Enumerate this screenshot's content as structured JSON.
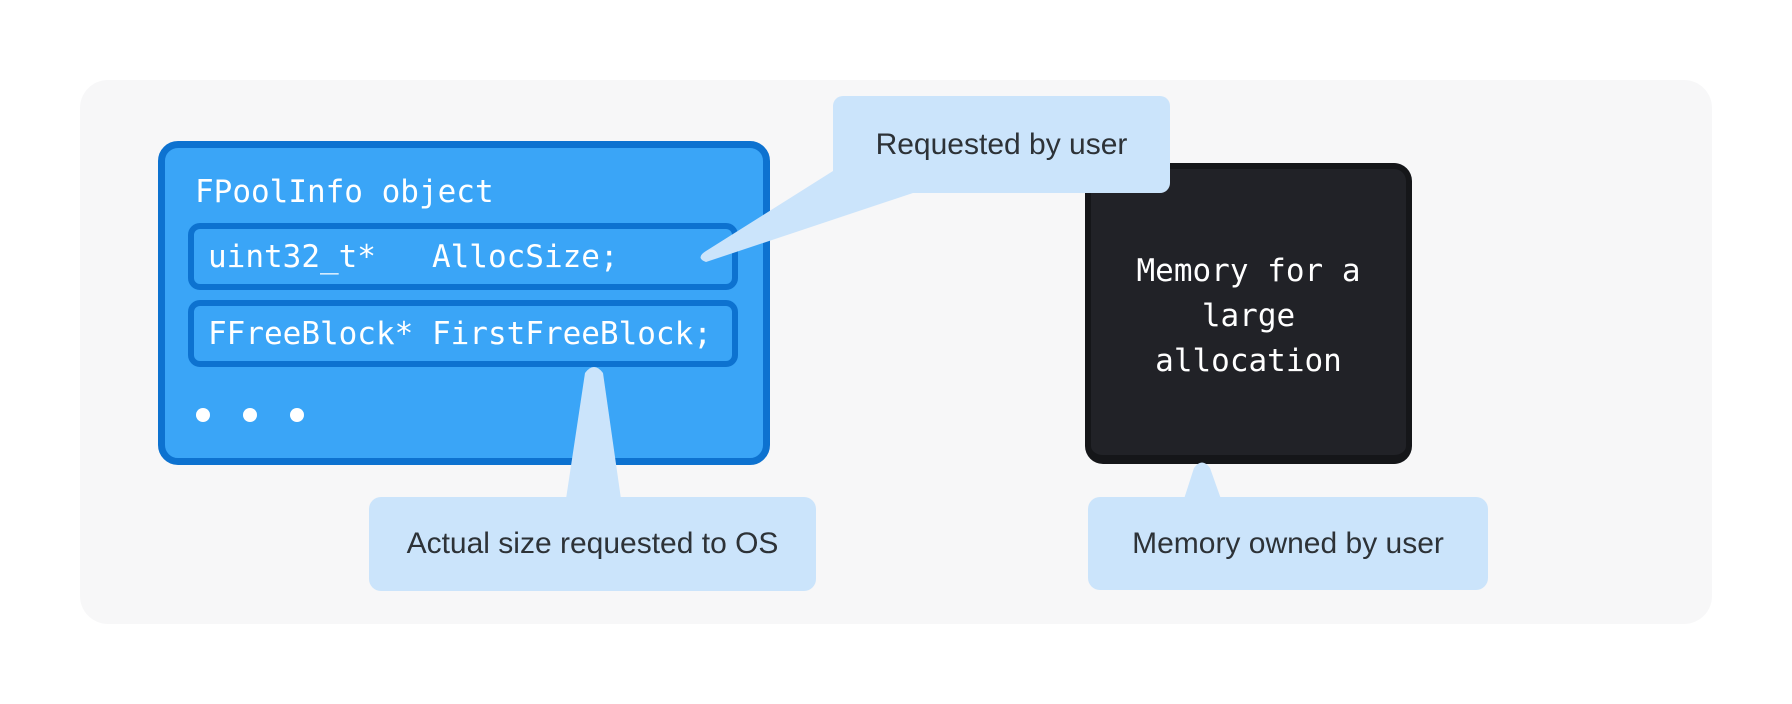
{
  "colors": {
    "page_bg": "#ffffff",
    "card_bg": "#f7f7f8",
    "pool_fill": "#3aa5f7",
    "pool_border": "#0d72d0",
    "memory_fill": "#212227",
    "memory_border": "#151619",
    "callout_bg": "#cbe4fb",
    "callout_text": "#2d3237",
    "code_text": "#ffffff"
  },
  "pool_box": {
    "title": "FPoolInfo object",
    "fields": [
      "uint32_t*   AllocSize;",
      "FFreeBlock* FirstFreeBlock;"
    ]
  },
  "memory_box": {
    "lines": [
      "Memory for a",
      "large",
      "allocation"
    ]
  },
  "callouts": {
    "requested": "Requested by user",
    "actual": "Actual size requested to OS",
    "owned": "Memory owned by user"
  }
}
